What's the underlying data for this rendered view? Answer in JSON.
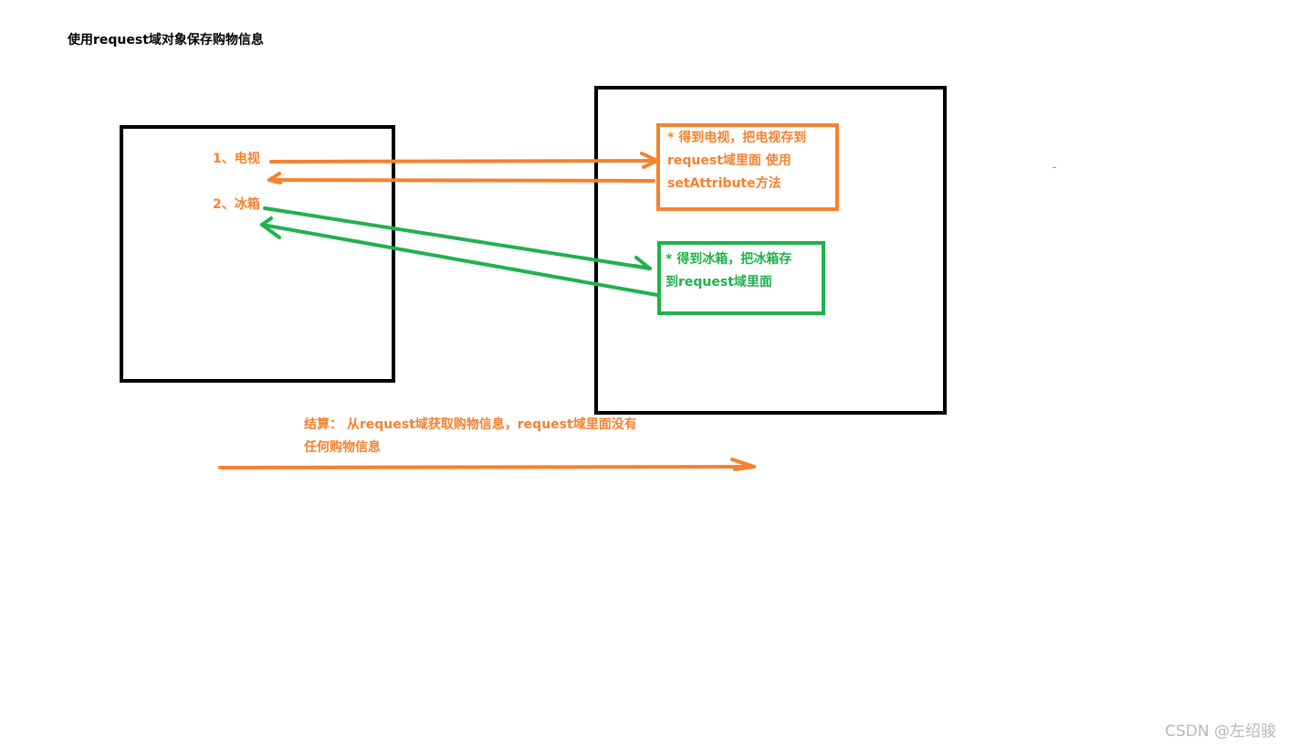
{
  "title": "使用request域对象保存购物信息",
  "left_box": {
    "item1": "1、电视",
    "item2": "2、冰箱"
  },
  "right_box": {
    "orange_box_lines": [
      "* 得到电视，把电视存到",
      "request域里面  使用",
      "setAttribute方法"
    ],
    "green_box_lines": [
      "* 得到冰箱，把冰箱存",
      "到request域里面"
    ]
  },
  "note_lines": [
    "结算： 从request域获取购物信息，request域里面没有",
    "任何购物信息"
  ],
  "watermark": "CSDN @左绍骏",
  "colors": {
    "orange": "#f5812e",
    "green": "#22b14c",
    "black": "#000000"
  }
}
